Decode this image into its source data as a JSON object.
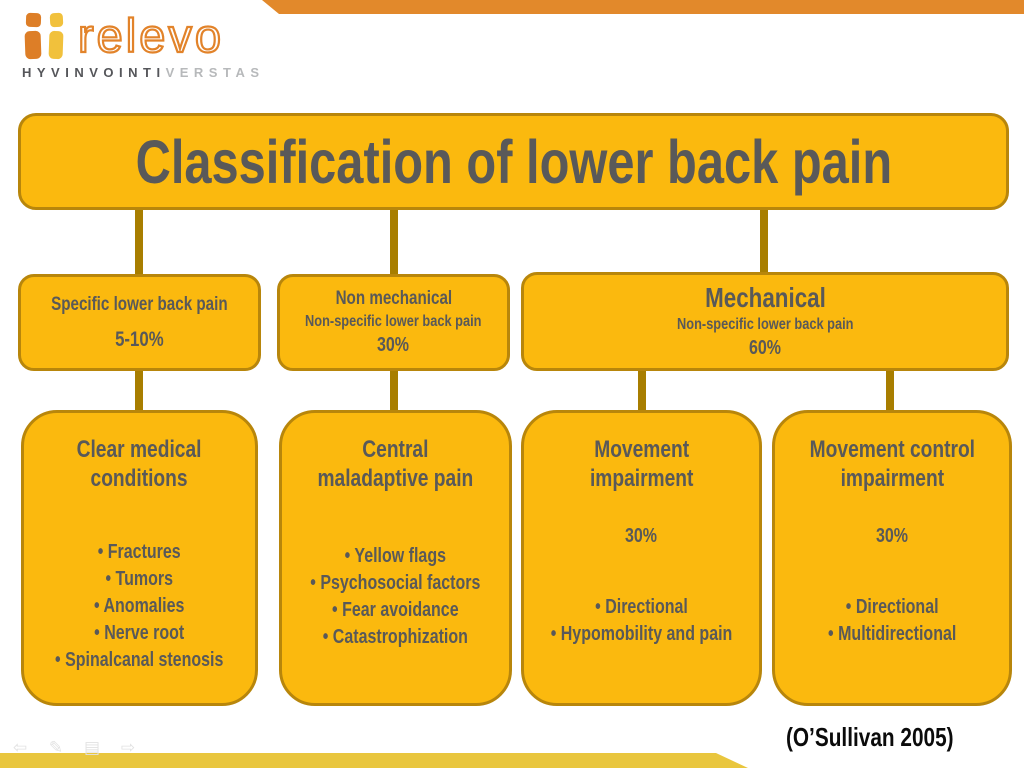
{
  "slide": {
    "logo": {
      "brand": "relevo",
      "sub_bold": "HYVINVOINTI",
      "sub_light": "VERSTAS"
    },
    "title": "Classification of lower back pain",
    "level2": [
      {
        "heading": "Specific lower back pain",
        "subheading": "",
        "percent": "5-10%"
      },
      {
        "heading": "Non mechanical",
        "subheading": "Non-specific lower back pain",
        "percent": "30%"
      },
      {
        "heading": "Mechanical",
        "subheading": "Non-specific lower back pain",
        "percent": "60%"
      }
    ],
    "level3": [
      {
        "heading": "Clear medical\nconditions",
        "percent": "",
        "bullets": [
          "Fractures",
          "Tumors",
          "Anomalies",
          "Nerve root",
          "Spinalcanal stenosis"
        ]
      },
      {
        "heading": "Central\nmaladaptive pain",
        "percent": "",
        "bullets": [
          "Yellow flags",
          "Psychosocial factors",
          "Fear avoidance",
          "Catastrophization"
        ]
      },
      {
        "heading": "Movement\nimpairment",
        "percent": "30%",
        "bullets": [
          "Directional",
          "Hypomobility and pain"
        ]
      },
      {
        "heading": "Movement control\nimpairment",
        "percent": "30%",
        "bullets": [
          "Directional",
          "Multidirectional"
        ]
      }
    ],
    "citation": "(O’Sullivan 2005)",
    "presenter": [
      {
        "name": "previous-slide-icon",
        "glyph": "⇦"
      },
      {
        "name": "pen-tool-icon",
        "glyph": "✎"
      },
      {
        "name": "slide-menu-icon",
        "glyph": "▤"
      },
      {
        "name": "next-slide-icon",
        "glyph": "⇨"
      }
    ],
    "colors": {
      "box_fill": "#FBB90E",
      "box_border": "#B8860B",
      "connector": "#A87E00",
      "box_text": "#595959",
      "band_top_orange": "#E2892B",
      "band_bottom_yellow": "#E9C63E",
      "logo_orange": "#E2832A",
      "logo_icon_orange": "#DD7E27",
      "logo_icon_yellow": "#F1C13C",
      "citation_text": "#0B0B0B"
    }
  }
}
